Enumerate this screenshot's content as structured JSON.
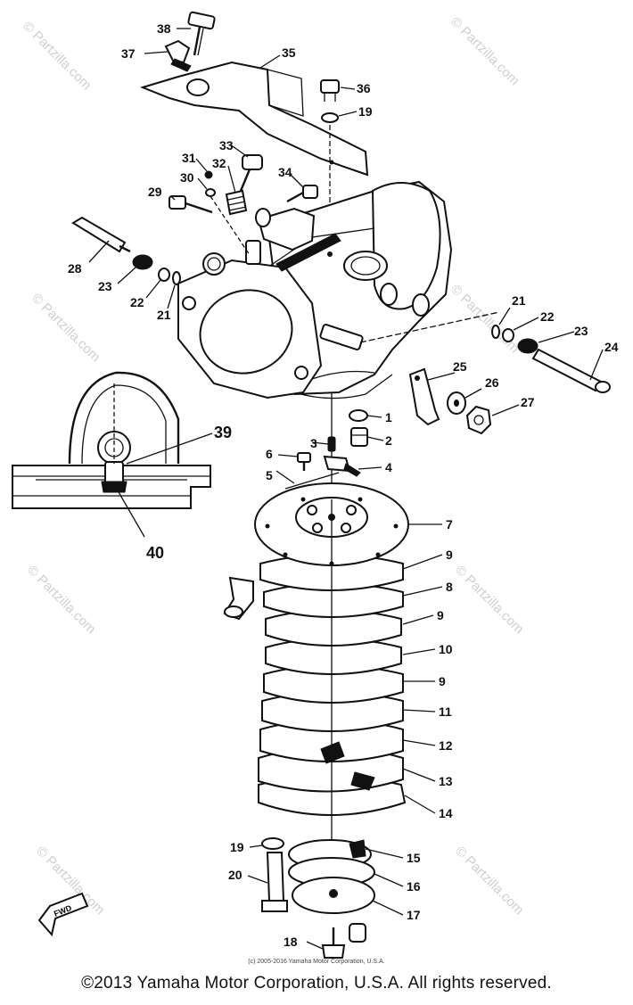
{
  "watermark": "© Partzilla.com",
  "callouts": [
    "1",
    "2",
    "3",
    "4",
    "5",
    "6",
    "7",
    "8",
    "9",
    "10",
    "11",
    "12",
    "13",
    "14",
    "15",
    "16",
    "17",
    "18",
    "19",
    "20",
    "21",
    "22",
    "23",
    "24",
    "25",
    "26",
    "27",
    "28",
    "29",
    "30",
    "31",
    "32",
    "33",
    "34",
    "35",
    "36",
    "37",
    "38",
    "39",
    "40"
  ],
  "labels": {
    "p1": "1",
    "p2": "2",
    "p3": "3",
    "p4": "4",
    "p5": "5",
    "p6": "6",
    "p7": "7",
    "p8": "8",
    "p9a": "9",
    "p9b": "9",
    "p9c": "9",
    "p10": "10",
    "p11": "11",
    "p12": "12",
    "p13": "13",
    "p14": "14",
    "p15": "15",
    "p16": "16",
    "p17": "17",
    "p18": "18",
    "p19a": "19",
    "p19b": "19",
    "p20": "20",
    "p21a": "21",
    "p21b": "21",
    "p22a": "22",
    "p22b": "22",
    "p23a": "23",
    "p23b": "23",
    "p24": "24",
    "p25": "25",
    "p26": "26",
    "p27": "27",
    "p28": "28",
    "p29": "29",
    "p30": "30",
    "p31": "31",
    "p32": "32",
    "p33": "33",
    "p34": "34",
    "p35": "35",
    "p36": "36",
    "p37": "37",
    "p38": "38",
    "p39": "39",
    "p40": "40"
  },
  "fwd_label": "FWD",
  "copyright_small": "(c) 2005-2016 Yamaha Motor Corporation, U.S.A.",
  "copyright_main": "©2013 Yamaha Motor Corporation, U.S.A. All rights reserved."
}
